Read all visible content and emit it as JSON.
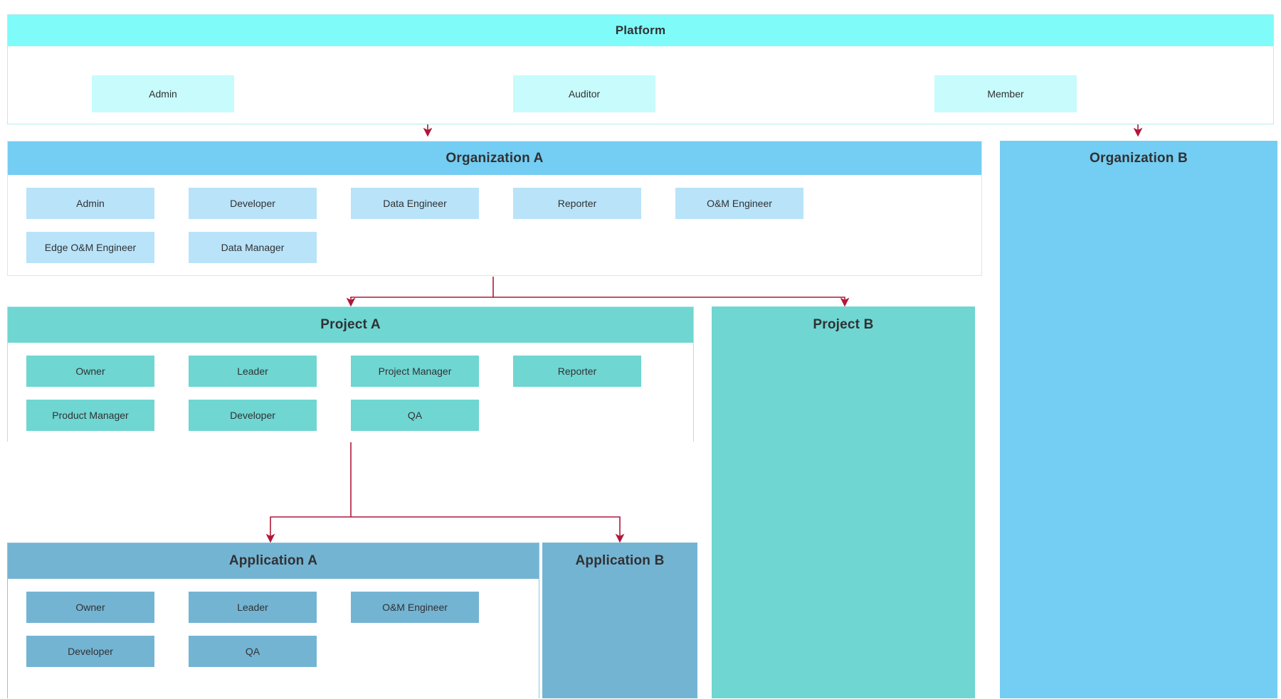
{
  "platform": {
    "title": "Platform",
    "roles": [
      {
        "label": "Admin"
      },
      {
        "label": "Auditor"
      },
      {
        "label": "Member"
      }
    ]
  },
  "organizations": [
    {
      "title": "Organization A",
      "roles": [
        {
          "label": "Admin"
        },
        {
          "label": "Developer"
        },
        {
          "label": "Data Engineer"
        },
        {
          "label": "Reporter"
        },
        {
          "label": "O&M Engineer"
        },
        {
          "label": "Edge O&M Engineer"
        },
        {
          "label": "Data Manager"
        }
      ]
    },
    {
      "title": "Organization B",
      "roles": []
    }
  ],
  "projects": [
    {
      "title": "Project A",
      "roles": [
        {
          "label": "Owner"
        },
        {
          "label": "Leader"
        },
        {
          "label": "Project Manager"
        },
        {
          "label": "Reporter"
        },
        {
          "label": "Product Manager"
        },
        {
          "label": "Developer"
        },
        {
          "label": "QA"
        }
      ]
    },
    {
      "title": "Project B",
      "roles": []
    }
  ],
  "applications": [
    {
      "title": "Application A",
      "roles": [
        {
          "label": "Owner"
        },
        {
          "label": "Leader"
        },
        {
          "label": "O&M Engineer"
        },
        {
          "label": "Developer"
        },
        {
          "label": "QA"
        }
      ]
    },
    {
      "title": "Application B",
      "roles": []
    }
  ],
  "colors": {
    "platform_header": "#7ffcf9",
    "platform_chip": "#c8fbfb",
    "organization_header": "#74cdf2",
    "organization_chip": "#b9e3f9",
    "project_header": "#6fd6d2",
    "project_chip": "#6fd6d2",
    "application_header": "#74b4d3",
    "application_chip": "#74b4d3",
    "connector": "#b01739"
  }
}
